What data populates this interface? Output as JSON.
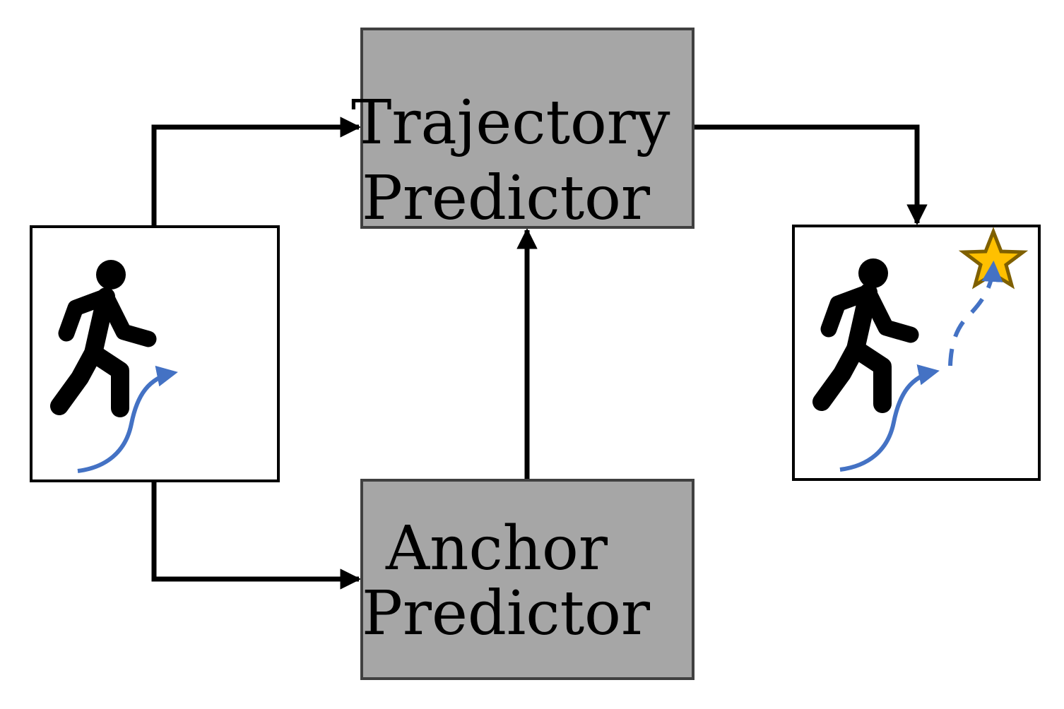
{
  "trajectory_predictor": {
    "line1": "Trajectory",
    "line2": "Predictor"
  },
  "anchor_predictor": {
    "line1": "Anchor",
    "line2": "Predictor"
  },
  "colors": {
    "box_fill": "#a6a6a6",
    "box_border": "#404040",
    "trajectory_blue": "#4472c4",
    "star_fill": "#ffc000",
    "star_border": "#7f6000",
    "arrow": "#000000"
  }
}
